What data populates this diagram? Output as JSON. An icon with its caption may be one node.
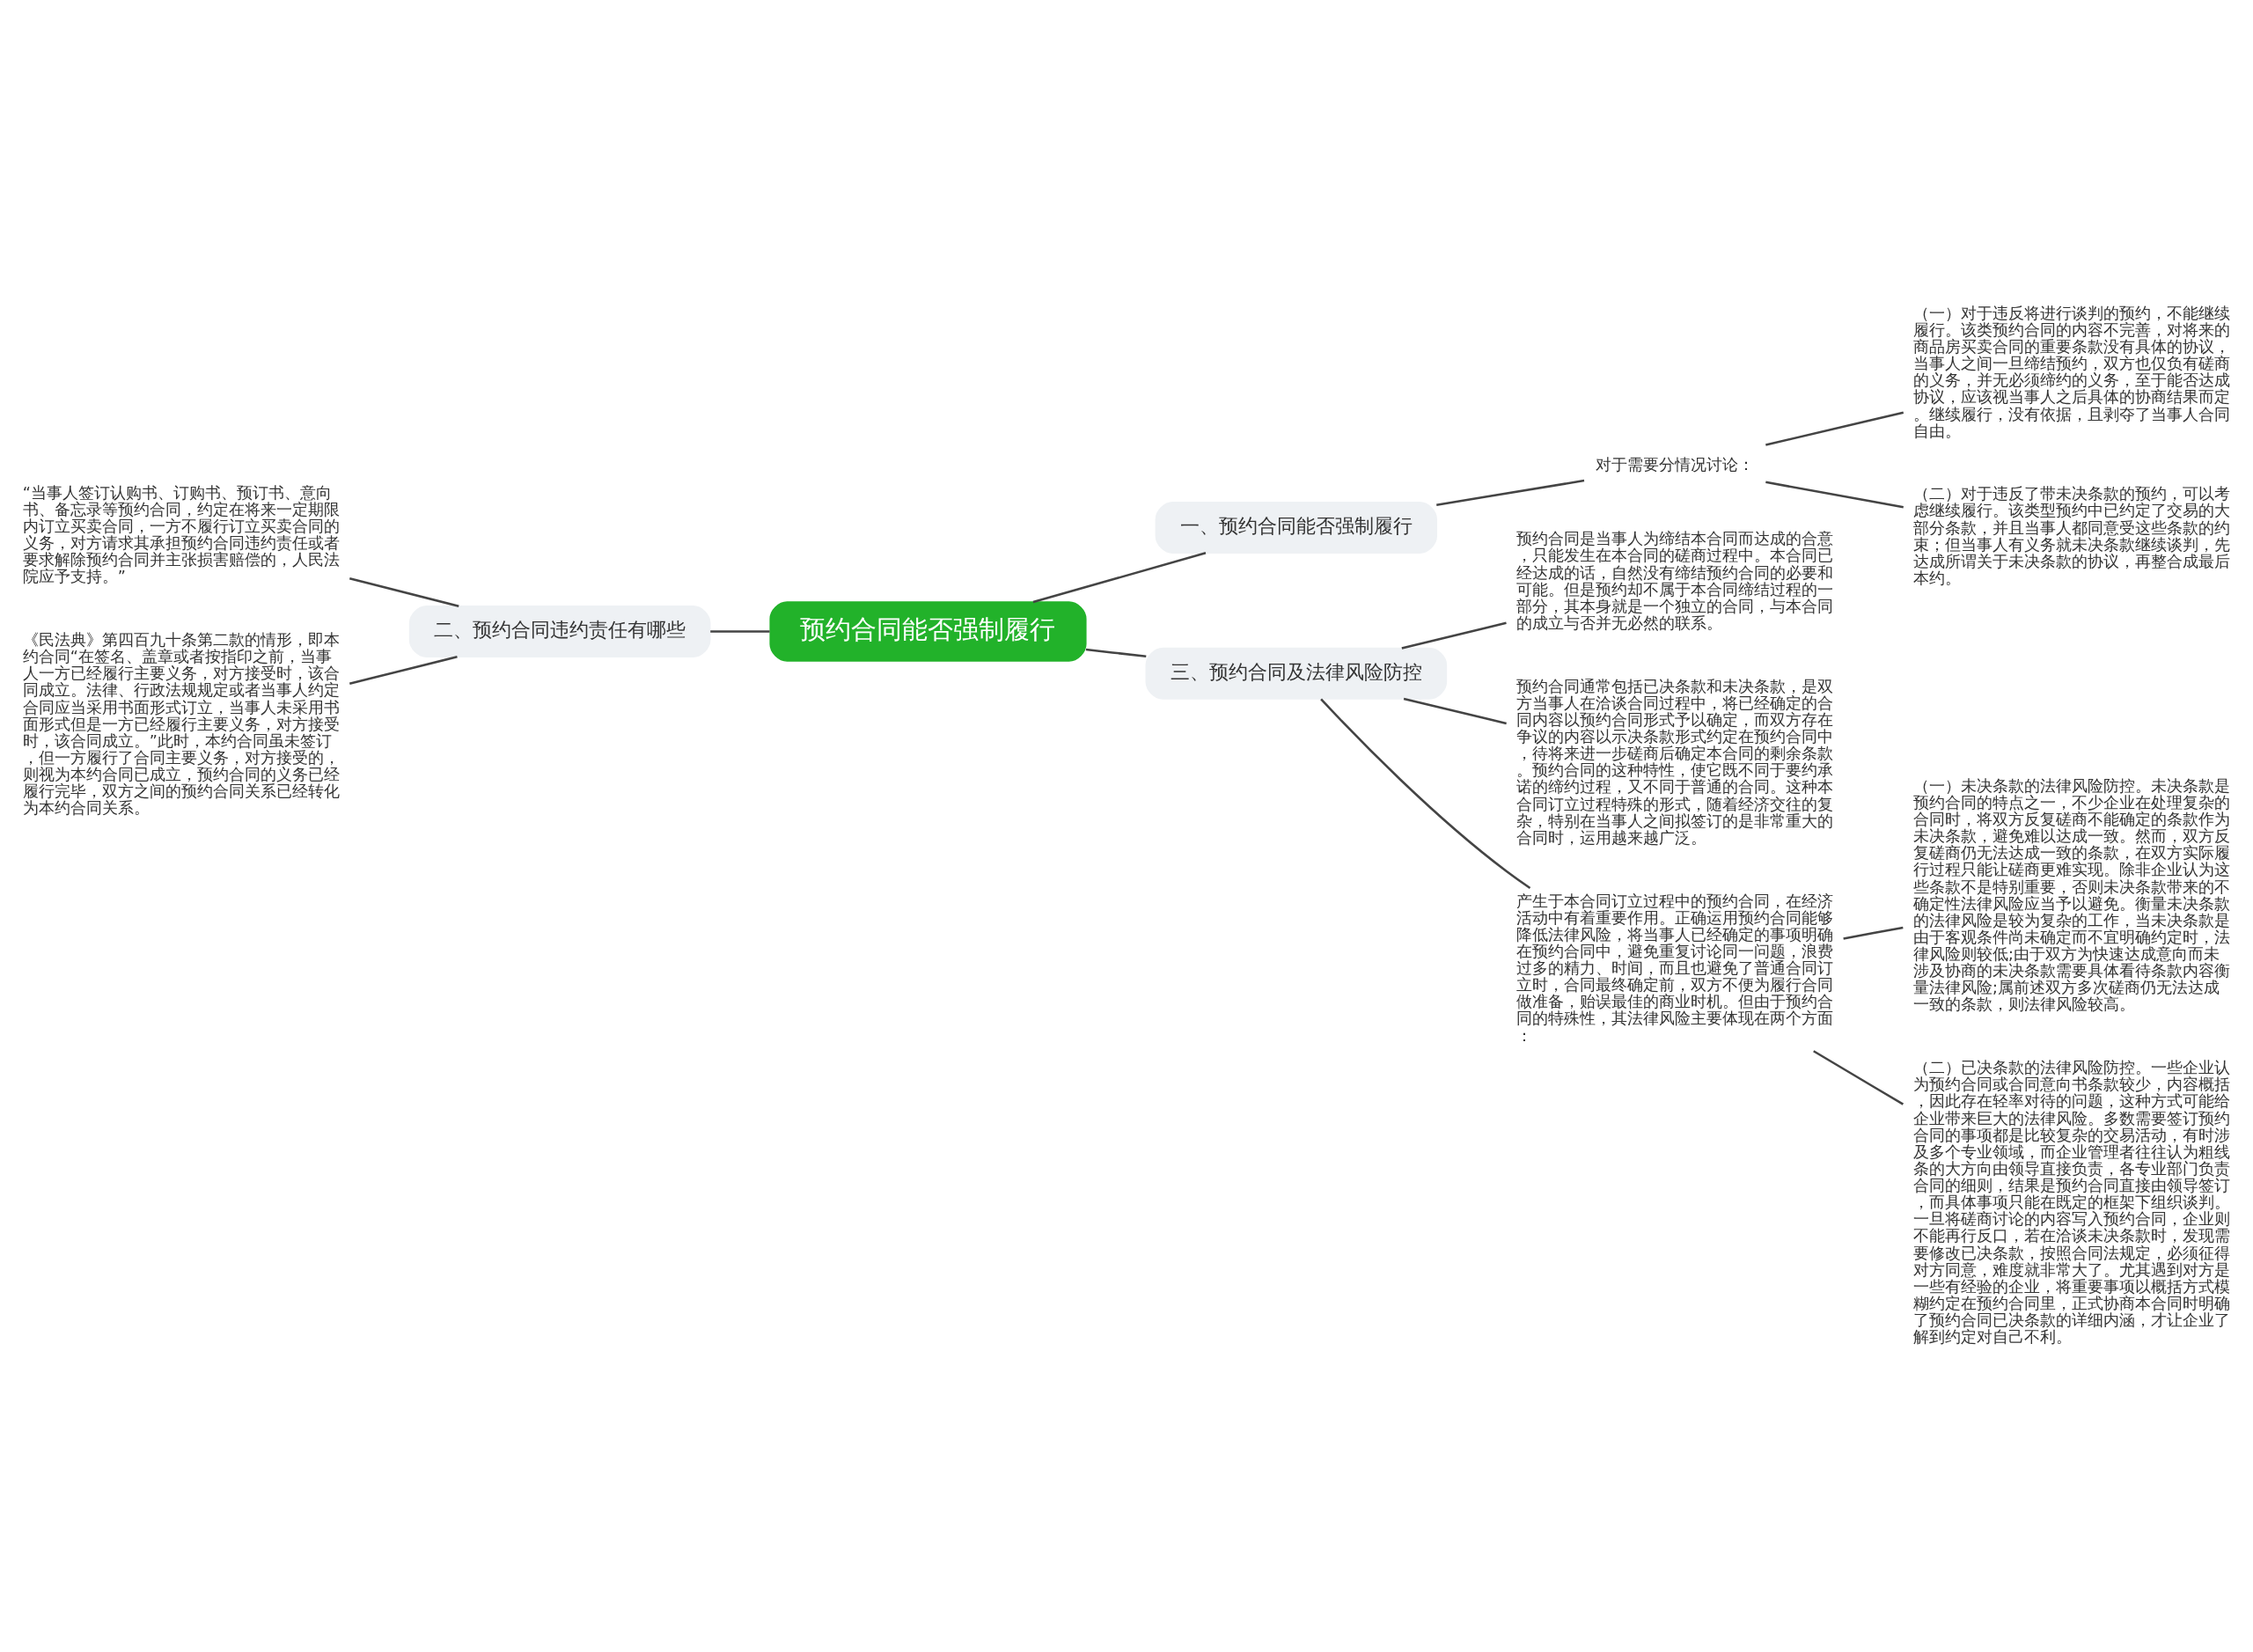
{
  "diagram": {
    "nodes": [
      {
        "text": [
          "预约合同能否强制履行"
        ]
      },
      {
        "text": [
          "一、预约合同能否强制履行"
        ]
      },
      {
        "text": [
          "对于需要分情况讨论："
        ]
      },
      {
        "text": [
          "（一）对于违反将进行谈判的预约，不能继续履行。该类预约合同的内容不完善，对将来的商品房买卖合同的重要条款没有具体的协议，当事人之间一旦缔结预约，双方也仅负有磋商的义务，并无必须缔约的义务，至于能否达成协议，应该视当事人之后具体的协商结果而定。继续履行，没有依据，且剥夺了当事人合同自由。"
        ]
      },
      {
        "text": [
          "（二）对于违反了带未决条款的预约，可以考虑继续履行。该类型预约中已约定了交易的大部分条款，并且当事人都同意受这些条款的约束；但当事人有义务就未决条款继续谈判，先达成所谓关于未决条款的协议，再整合成最后本约。"
        ]
      },
      {
        "text": [
          "二、预约合同违约责任有哪些"
        ]
      },
      {
        "text": [
          "“当事人签订认购书、订购书、预订书、意向书、备忘录等预约合同，约定在将来一定期限内订立买卖合同，一方不履行订立买卖合同的义务，对方请求其承担预约合同违约责任或者要求解除预约合同并主张损害赔偿的，人民法院应予支持。”"
        ]
      },
      {
        "text": [
          "《民法典》第四百九十条第二款的情形，即本约合同“在签名、盖章或者按指印之前，当事人一方已经履行主要义务，对方接受时，该合同成立。法律、行政法规规定或者当事人约定合同应当采用书面形式订立，当事人未采用书面形式但是一方已经履行主要义务，对方接受时，该合同成立。”此时，本约合同虽未签订，但一方履行了合同主要义务，对方接受的，则视为本约合同已成立，预约合同的义务已经履行完毕，双方之间的预约合同关系已经转化为本约合同关系。"
        ]
      },
      {
        "text": [
          "三、预约合同及法律风险防控"
        ]
      },
      {
        "text": [
          "预约合同是当事人为缔结本合同而达成的合意，只能发生在本合同的磋商过程中。本合同已经达成的话，自然没有缔结预约合同的必要和可能。但是预约却不属于本合同缔结过程的一部分，其本身就是一个独立的合同，与本合同的成立与否并无必然的联系。"
        ]
      },
      {
        "text": [
          "预约合同通常包括已决条款和未决条款，是双方当事人在洽谈合同过程中，将已经确定的合同内容以预约合同形式予以确定，而双方存在争议的内容以示决条款形式约定在预约合同中，待将来进一步磋商后确定本合同的剩余条款。预约合同的这种特性，使它既不同于要约承诺的缔约过程，又不同于普通的合同。这种本合同订立过程特殊的形式，随着经济交往的复杂，特别在当事人之间拟签订的是非常重大的合同时，运用越来越广泛。"
        ]
      },
      {
        "text": [
          "产生于本合同订立过程中的预约合同，在经济活动中有着重要作用。正确运用预约合同能够降低法律风险，将当事人已经确定的事项明确在预约合同中，避免重复讨论同一问题，浪费过多的精力、时间，而且也避免了普通合同订立时，合同最终确定前，双方不便为履行合同做准备，贻误最佳的商业时机。但由于预约合同的特殊性，其法律风险主要体现在两个方面："
        ]
      },
      {
        "text": [
          "（一）未决条款的法律风险防控。未决条款是预约合同的特点之一，不少企业在处理复杂的合同时，将双方反复磋商不能确定的条款作为未决条款，避免难以达成一致。然而，双方反复磋商仍无法达成一致的条款，在双方实际履行过程只能让磋商更难实现。除非企业认为这些条款不是特别重要，否则未决条款带来的不确定性法律风险应当予以避免。衡量未决条款的法律风险是较为复杂的工作，当未决条款是由于客观条件尚未确定而不宜明确约定时，法律风险则较低;由于双方为快速达成意向而未涉及协商的未决条款需要具体看待条款内容衡量法律风险;属前述双方多次磋商仍无法达成一致的条款，则法律风险较高。"
        ]
      },
      {
        "text": [
          "（二）已决条款的法律风险防控。一些企业认为预约合同或合同意向书条款较少，内容概括，因此存在轻率对待的问题，这种方式可能给企业带来巨大的法律风险。多数需要签订预约合同的事项都是比较复杂的交易活动，有时涉及多个专业领域，而企业管理者往往认为粗线条的大方向由领导直接负责，各专业部门负责合同的细则，结果是预约合同直接由领导签订，而具体事项只能在既定的框架下组织谈判。一旦将磋商讨论的内容写入预约合同，企业则不能再行反口，若在洽谈未决条款时，发现需要修改已决条款，按照合同法规定，必须征得对方同意，难度就非常大了。尤其遇到对方是一些有经验的企业，将重要事项以概括方式模糊约定在预约合同里，正式协商本合同时明确了预约合同已决条款的详细内涵，才让企业了解到约定对自己不利。"
        ]
      }
    ],
    "edges": [
      {
        "from": 0,
        "to": 1,
        "arrow": "none"
      },
      {
        "from": 1,
        "to": 2,
        "arrow": "none"
      },
      {
        "from": 2,
        "to": 3,
        "arrow": "none"
      },
      {
        "from": 2,
        "to": 4,
        "arrow": "none"
      },
      {
        "from": 0,
        "to": 5,
        "arrow": "none"
      },
      {
        "from": 5,
        "to": 6,
        "arrow": "none"
      },
      {
        "from": 5,
        "to": 7,
        "arrow": "none"
      },
      {
        "from": 0,
        "to": 8,
        "arrow": "none"
      },
      {
        "from": 8,
        "to": 9,
        "arrow": "none"
      },
      {
        "from": 8,
        "to": 10,
        "arrow": "none"
      },
      {
        "from": 8,
        "to": 11,
        "arrow": "none"
      },
      {
        "from": 11,
        "to": 12,
        "arrow": "none"
      },
      {
        "from": 11,
        "to": 13,
        "arrow": "none"
      }
    ]
  }
}
